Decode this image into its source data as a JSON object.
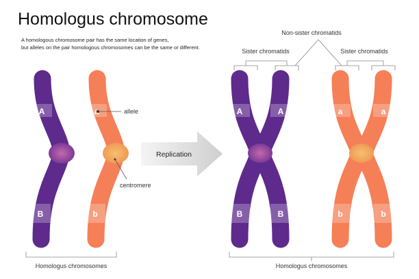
{
  "title": "Homologus chromosome",
  "description": [
    "A homologous chromosome pair has the same location of genes,",
    "but alleles on the pair homologous chromosomes can be the same or different."
  ],
  "colors": {
    "purple": "#5e2a8c",
    "orange": "#f57f57",
    "centromere_purple": "#9b4aa3",
    "centromere_orange": "#f5b060"
  },
  "left": {
    "alleles_top": [
      "A",
      "a"
    ],
    "alleles_bottom": [
      "B",
      "b"
    ],
    "allele_label": "allele",
    "centromere_label": "centromere",
    "bottom_label": "Homologus chromosomes"
  },
  "arrow_label": "Replication",
  "right": {
    "non_sister_label": "Non-sister chromatids",
    "sister_label_left": "Sister chromatids",
    "sister_label_right": "Sister chromatids",
    "alleles_top": [
      "A",
      "A",
      "a",
      "a"
    ],
    "alleles_bottom": [
      "B",
      "B",
      "b",
      "b"
    ],
    "bottom_label": "Homologus chromosomes"
  }
}
